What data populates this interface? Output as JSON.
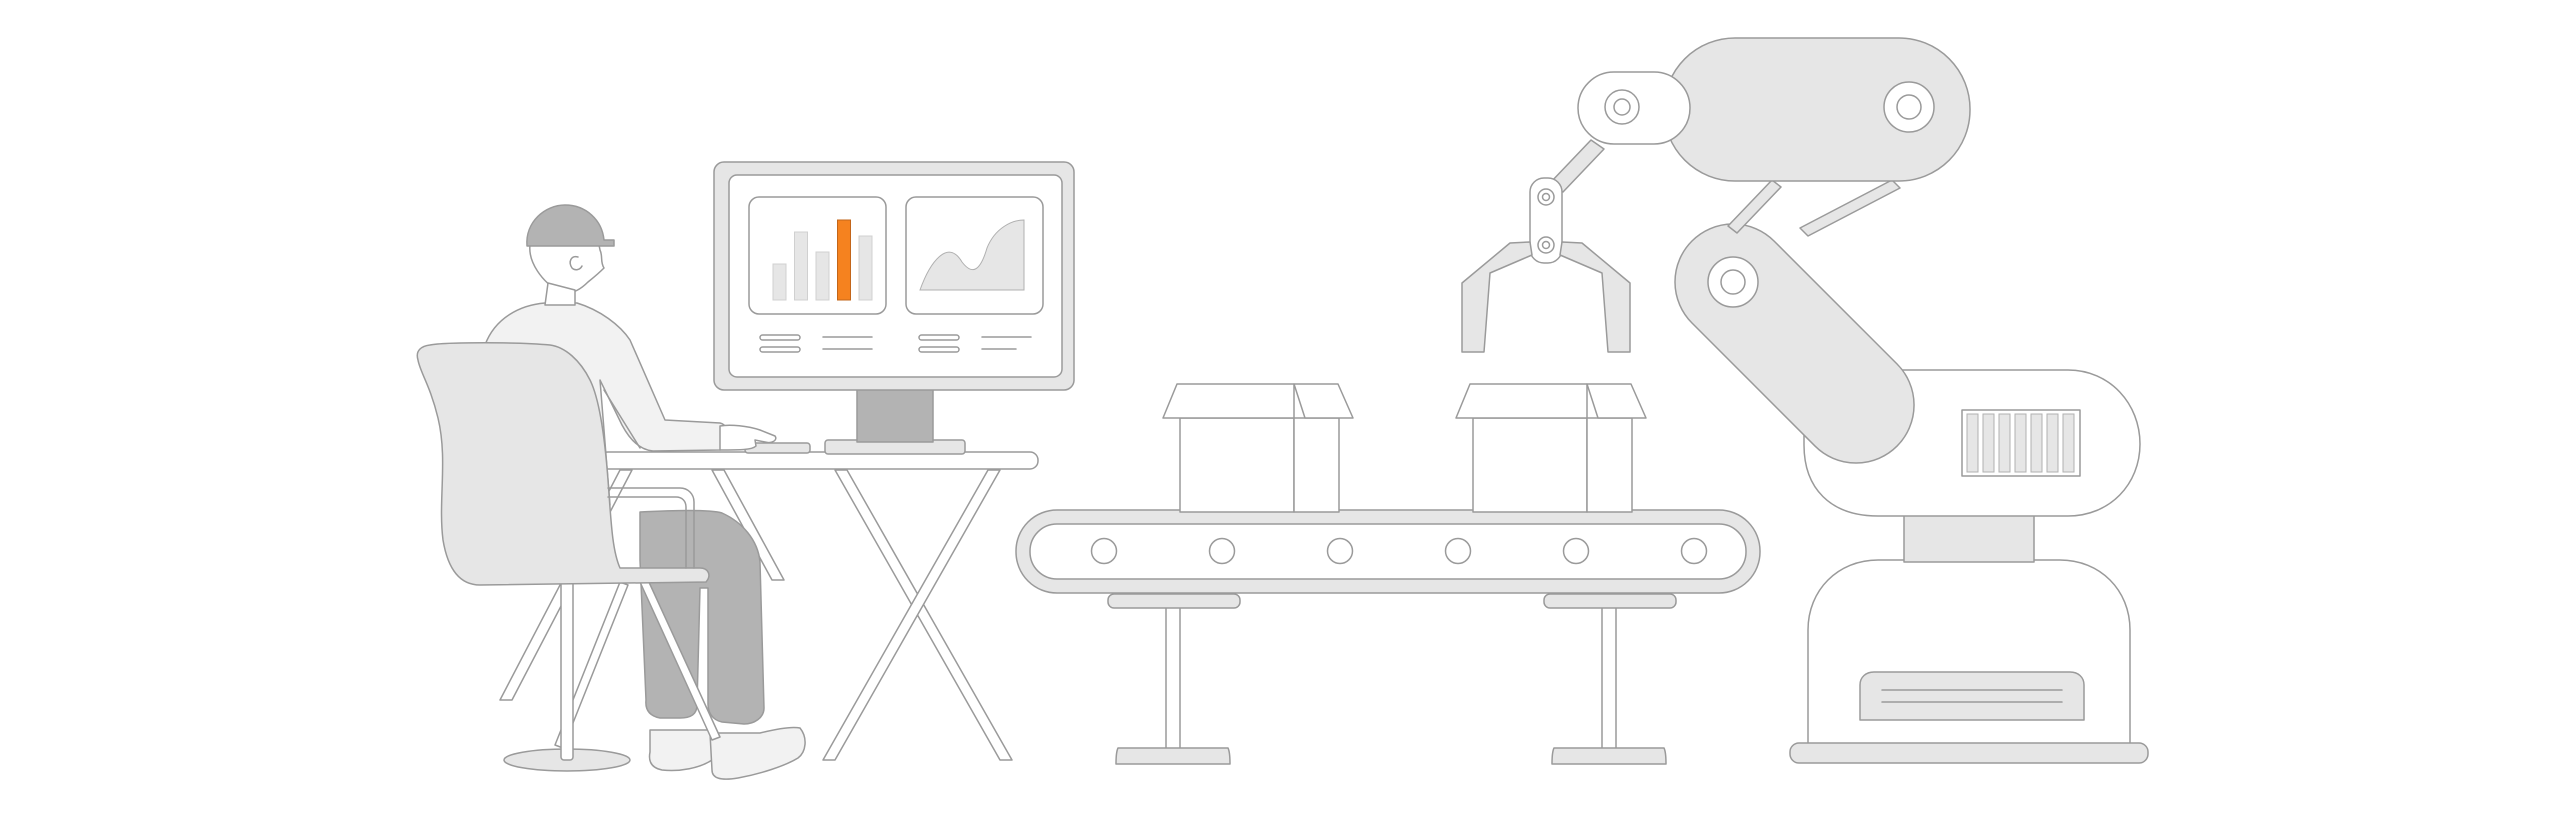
{
  "illustration": {
    "theme": "factory-automation",
    "colors": {
      "outline": "#9a9a9a",
      "light_fill": "#e6e6e6",
      "dark_fill": "#b3b3b3",
      "accent": "#f5821f",
      "background": "#ffffff"
    },
    "monitor": {
      "bar_chart_relative_heights": [
        0.45,
        0.85,
        0.6,
        1.0,
        0.8
      ],
      "highlighted_bar_index": 3
    },
    "conveyor": {
      "box_count": 2,
      "roller_count": 6
    }
  }
}
